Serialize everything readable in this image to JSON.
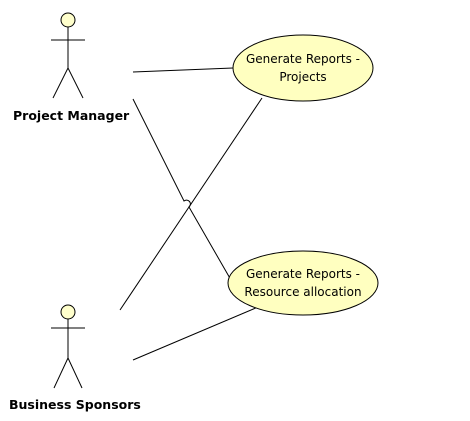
{
  "colors": {
    "line": "#000000",
    "actor_head_fill": "#ffffcc",
    "usecase_fill": "#ffffc0"
  },
  "actors": [
    {
      "name": "Project Manager"
    },
    {
      "name": "Business Sponsors"
    }
  ],
  "use_cases": [
    {
      "line1": "Generate Reports -",
      "line2": "Projects"
    },
    {
      "line1": "Generate Reports -",
      "line2": "Resource allocation"
    }
  ],
  "associations": [
    {
      "actor": "Project Manager",
      "use_case": "Generate Reports - Projects"
    },
    {
      "actor": "Project Manager",
      "use_case": "Generate Reports - Resource allocation"
    },
    {
      "actor": "Business Sponsors",
      "use_case": "Generate Reports - Projects"
    },
    {
      "actor": "Business Sponsors",
      "use_case": "Generate Reports - Resource allocation"
    }
  ]
}
